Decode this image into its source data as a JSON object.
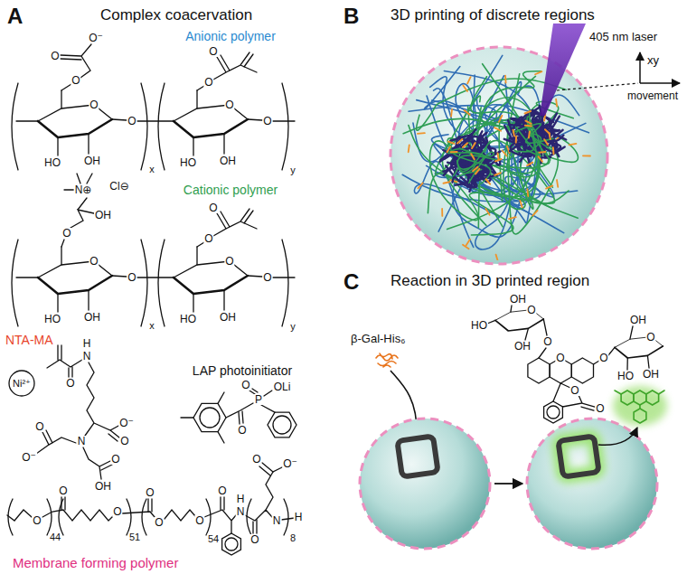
{
  "diagram": {
    "labels": [
      "A",
      "Complex coacervation",
      "Anionic polymer",
      "O⁻",
      "O",
      "O",
      "O",
      "HO",
      "OH",
      "O",
      "x",
      "O",
      "O",
      "O",
      "HO",
      "OH",
      "O",
      "y",
      "Cationic polymer",
      "N⊕",
      "Cl⊖",
      "OH",
      "O",
      "O",
      "HO",
      "OH",
      "O",
      "x",
      "O",
      "O",
      "O",
      "HO",
      "OH",
      "O",
      "y",
      "NTA-MA",
      "Ni²⁺",
      "H",
      "N",
      "O",
      "O⁻",
      "O",
      "N",
      "O",
      "O⁻",
      "O",
      "OH",
      "LAP photoinitiator",
      "O",
      "OLi",
      "P",
      "O",
      "O",
      "O",
      "44",
      "O",
      "51",
      "O",
      "O",
      "O",
      "54",
      "O",
      "H",
      "N",
      "O⁻",
      "O",
      "O",
      "N",
      "8",
      "H",
      "Membrane forming polymer",
      "B",
      "3D printing of discrete regions",
      "405 nm laser",
      "xy",
      "movement",
      "C",
      "Reaction in 3D printed region",
      "β-Gal-His₆",
      "OH",
      "O",
      "HO",
      "OH",
      "O",
      "O",
      "OH",
      "O",
      "O",
      "HO",
      "OH",
      "O",
      "O"
    ]
  }
}
